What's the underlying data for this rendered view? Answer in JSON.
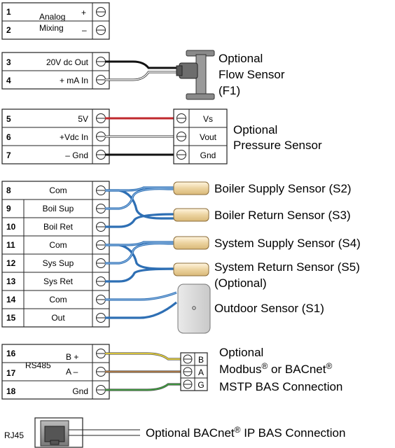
{
  "blocks": {
    "analog": {
      "terminals": [
        {
          "num": "1",
          "label": "Analog"
        },
        {
          "num": "2",
          "label": "Mixing"
        }
      ],
      "signs": [
        "+",
        "–"
      ]
    },
    "flow": {
      "terminals": [
        {
          "num": "3",
          "label": "20V dc Out"
        },
        {
          "num": "4",
          "label": "+ mA In"
        }
      ],
      "caption": [
        "Optional",
        "Flow Sensor",
        "(F1)"
      ]
    },
    "pressure": {
      "terminals": [
        {
          "num": "5",
          "label": "5V"
        },
        {
          "num": "6",
          "label": "+Vdc In"
        },
        {
          "num": "7",
          "label": "– Gnd"
        }
      ],
      "device_terminals": [
        "Vs",
        "Vout",
        "Gnd"
      ],
      "caption": [
        "Optional",
        "Pressure Sensor"
      ]
    },
    "sensors": {
      "terminals": [
        {
          "num": "8",
          "label": "Com"
        },
        {
          "num": "9",
          "label": "Boil Sup"
        },
        {
          "num": "10",
          "label": "Boil Ret"
        },
        {
          "num": "11",
          "label": "Com"
        },
        {
          "num": "12",
          "label": "Sys Sup"
        },
        {
          "num": "13",
          "label": "Sys Ret"
        },
        {
          "num": "14",
          "label": "Com"
        },
        {
          "num": "15",
          "label": "Out"
        }
      ],
      "captions": [
        "Boiler Supply Sensor (S2)",
        "Boiler Return Sensor (S3)",
        "System Supply Sensor (S4)",
        "System Return Sensor (S5)",
        "(Optional)",
        "Outdoor Sensor (S1)"
      ]
    },
    "rs485": {
      "terminals": [
        {
          "num": "16",
          "label": "B +"
        },
        {
          "num": "17",
          "label": "A –"
        },
        {
          "num": "18",
          "label": "Gnd"
        }
      ],
      "bus_label": "RS485",
      "device_terminals": [
        "B",
        "A",
        "G"
      ],
      "caption": {
        "line1": "Optional",
        "line2_a": "Modbus",
        "line2_b": " or BACnet",
        "line3": "MSTP BAS Connection",
        "reg": "®"
      }
    },
    "rj45": {
      "label": "RJ45",
      "caption_a": "Optional BACnet",
      "caption_b": " IP BAS Connection",
      "reg": "®"
    }
  },
  "colors": {
    "red_wire": "#c0282d",
    "blue_wire": "#2e6fb4",
    "yellow_wire": "#e8d23a",
    "brown_wire": "#8a5a2b",
    "green_wire": "#3c9a3c",
    "sensor_tube": "#f2dfb0"
  }
}
